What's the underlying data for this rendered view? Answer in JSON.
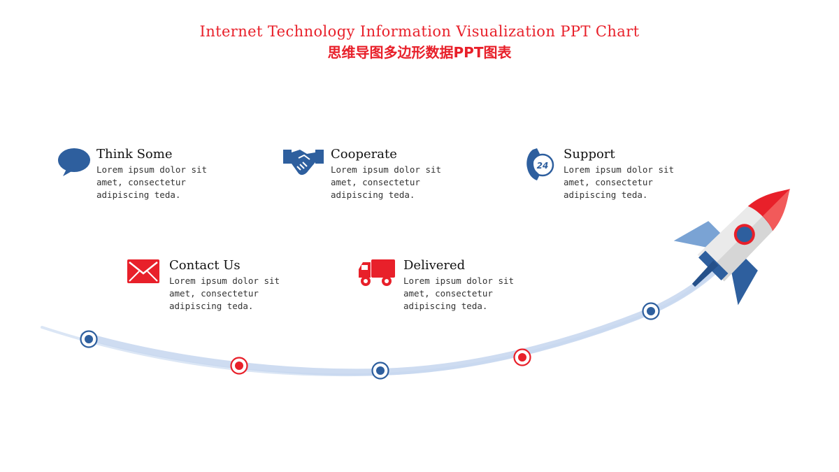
{
  "title": {
    "en": "Internet Technology Information Visualization PPT Chart",
    "cn": "思维导图多边形数据PPT图表"
  },
  "items": [
    {
      "heading": "Think Some",
      "body": "Lorem ipsum dolor sit amet, consectetur adipiscing teda.",
      "icon": "speech-bubble-icon",
      "color": "#2e5f9e"
    },
    {
      "heading": "Cooperate",
      "body": "Lorem ipsum dolor sit amet, consectetur adipiscing teda.",
      "icon": "handshake-icon",
      "color": "#2e5f9e"
    },
    {
      "heading": "Support",
      "body": "Lorem ipsum dolor sit amet, consectetur adipiscing teda.",
      "icon": "phone-24-icon",
      "icon_text": "24",
      "color": "#2e5f9e"
    },
    {
      "heading": "Contact Us",
      "body": "Lorem ipsum dolor sit amet, consectetur adipiscing teda.",
      "icon": "envelope-icon",
      "color": "#e8202a"
    },
    {
      "heading": "Delivered",
      "body": "Lorem ipsum dolor sit amet, consectetur adipiscing teda.",
      "icon": "truck-icon",
      "color": "#e8202a"
    }
  ],
  "timeline": {
    "points": [
      {
        "color": "#2e5f9e"
      },
      {
        "color": "#e8202a"
      },
      {
        "color": "#2e5f9e"
      },
      {
        "color": "#e8202a"
      },
      {
        "color": "#2e5f9e"
      }
    ],
    "path_color": "#c5d6ee"
  },
  "rocket": {
    "icon": "rocket-icon"
  }
}
